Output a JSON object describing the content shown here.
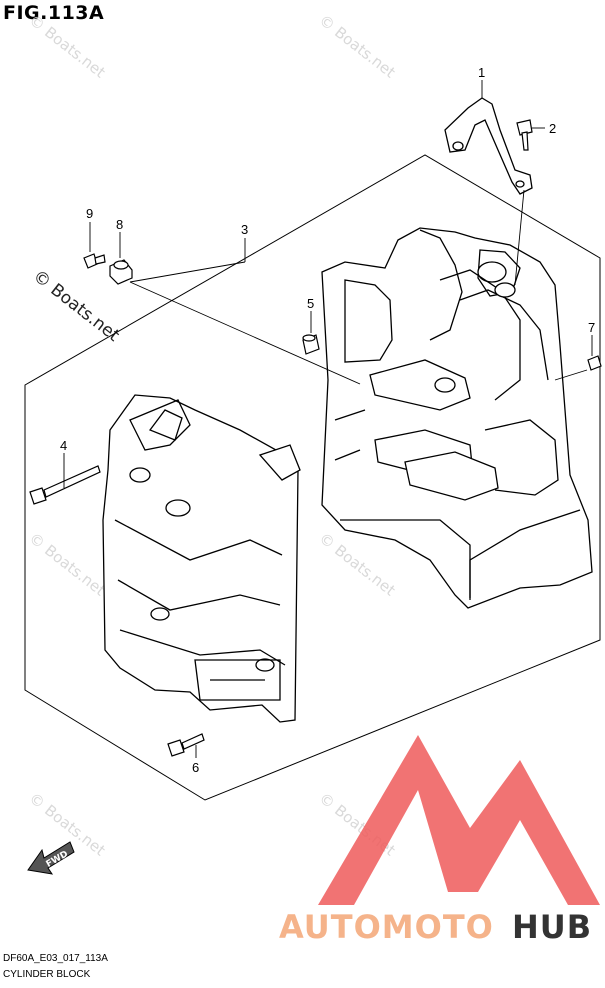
{
  "figure": {
    "title": "FIG.113A"
  },
  "callouts": [
    {
      "num": "1",
      "part": "bracket"
    },
    {
      "num": "2",
      "part": "bolt"
    },
    {
      "num": "3",
      "part": "cylinder-block"
    },
    {
      "num": "4",
      "part": "long-bolt"
    },
    {
      "num": "5",
      "part": "dowel-pin"
    },
    {
      "num": "6",
      "part": "bolt"
    },
    {
      "num": "7",
      "part": "plug"
    },
    {
      "num": "8",
      "part": "grommet"
    },
    {
      "num": "9",
      "part": "bolt"
    }
  ],
  "watermark": {
    "text": "© Boats.net",
    "color": "#d9d9d9"
  },
  "arrow_label": "FWD",
  "brand": {
    "part1": "AUTOMOTO",
    "part2": "HUB",
    "color1": "#f5b38a",
    "color2": "#333333",
    "logo_color": "#ee5a5a"
  },
  "footer": {
    "code": "DF60A_E03_017_113A",
    "name": "CYLINDER BLOCK"
  }
}
